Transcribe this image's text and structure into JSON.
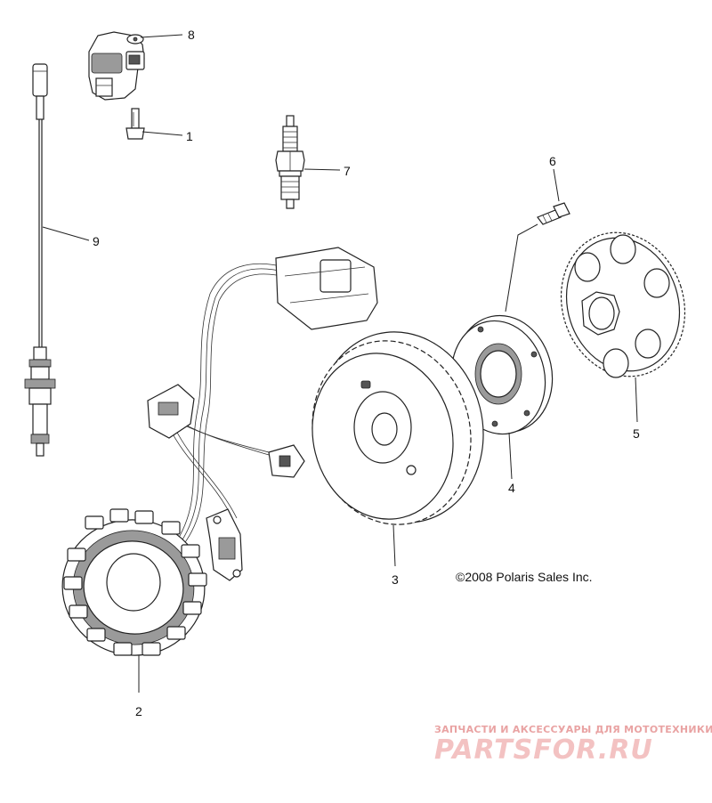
{
  "callouts": {
    "c1": "1",
    "c2": "2",
    "c3": "3",
    "c4": "4",
    "c5": "5",
    "c6": "6",
    "c7": "7",
    "c8": "8",
    "c9": "9"
  },
  "copyright": "©2008 Polaris Sales Inc.",
  "watermark": {
    "tagline": "ЗАПЧАСТИ И АКСЕССУАРЫ ДЛЯ МОТОТЕХНИКИ",
    "logo": "PARTSFOR.RU",
    "color": "#e8a0a0"
  },
  "colors": {
    "line": "#222222",
    "background": "#ffffff"
  }
}
